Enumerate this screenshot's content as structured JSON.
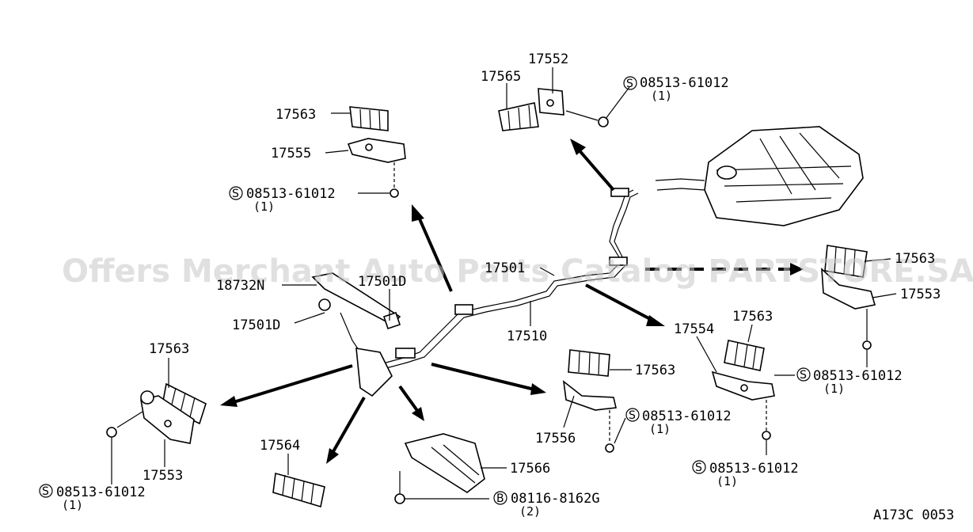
{
  "watermark": "Offers Merchant Auto Parts Catalog PARTSTORE.SA",
  "diagram_code": "A173C 0053",
  "labels": {
    "p17552": "17552",
    "p17565": "17565",
    "s_top_right": "08513-61012",
    "q_top_right": "(1)",
    "p17563_a": "17563",
    "p17555": "17555",
    "s_upper_left": "08513-61012",
    "q_upper_left": "(1)",
    "p18732n": "18732N",
    "p17501d_a": "17501D",
    "p17501d_b": "17501D",
    "p17501": "17501",
    "p17510": "17510",
    "p17563_right": "17563",
    "p17553_right": "17553",
    "s_right": "08513-61012",
    "q_right": "(1)",
    "p17554": "17554",
    "p17563_mid_right": "17563",
    "s_mid_right": "08513-61012",
    "q_mid_right": "(1)",
    "p17563_mid": "17563",
    "p17556": "17556",
    "s_mid": "08513-61012",
    "q_mid": "(1)",
    "p17566": "17566",
    "b_bolt": "08116-8162G",
    "q_bolt": "(2)",
    "p17564": "17564",
    "p17563_left": "17563",
    "p17553_left": "17553",
    "s_left": "08513-61012",
    "q_left": "(1)"
  },
  "symbols": {
    "screw": "S",
    "bolt": "B"
  }
}
